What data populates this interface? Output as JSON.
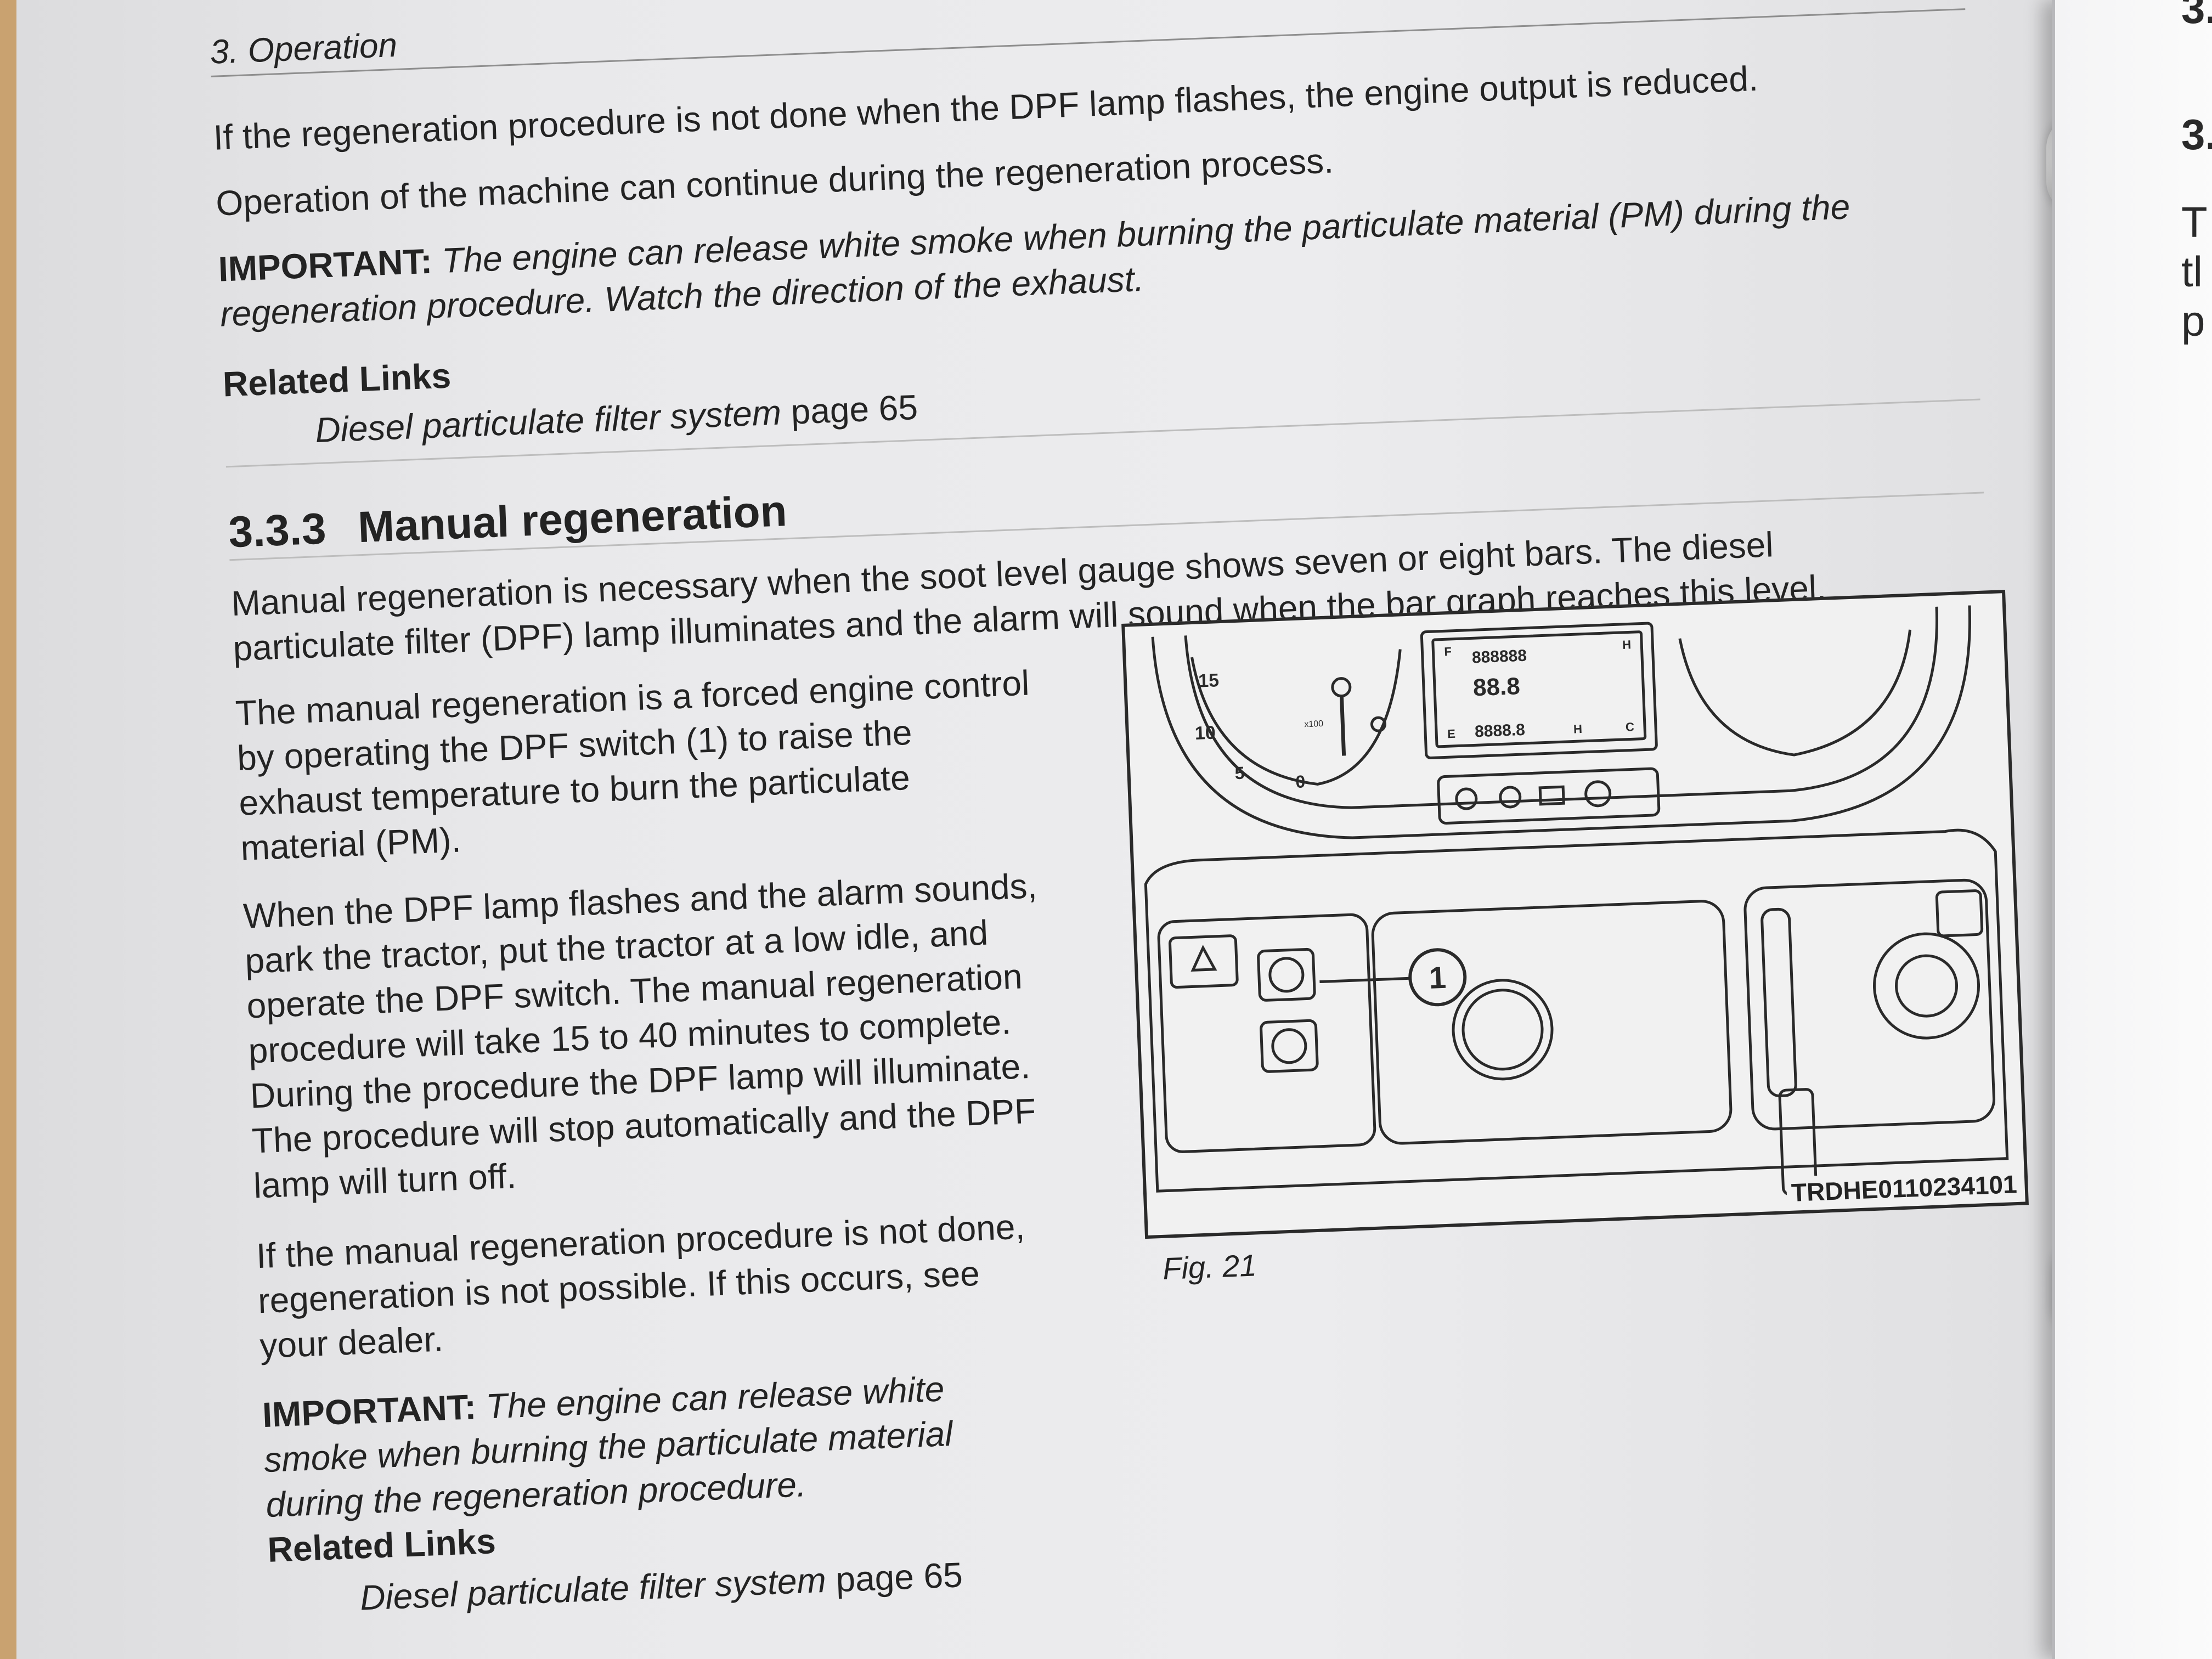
{
  "running_header": "3. Operation",
  "intro": {
    "line_top": "If the regeneration procedure is not done when the DPF lamp flashes, the engine output is reduced.",
    "line_operation": "Operation of the machine can continue during the regeneration process.",
    "important_label": "IMPORTANT:",
    "important_line1": "The engine can release white smoke when burning the particulate material (PM) during the",
    "important_line2": "regeneration procedure. Watch the direction of the exhaust.",
    "related_heading": "Related Links",
    "related_link_text": "Diesel particulate filter system",
    "related_link_page": "page 65"
  },
  "section": {
    "number": "3.3.3",
    "title": "Manual regeneration",
    "lead_line1": "Manual regeneration is necessary when the soot level gauge shows seven or eight bars. The diesel",
    "lead_line2": "particulate filter (DPF) lamp illuminates and the alarm will sound when the bar graph reaches this level.",
    "para1": [
      "The manual regeneration is a forced engine control",
      "by operating the DPF switch (1) to raise the",
      "exhaust temperature to burn the particulate",
      "material (PM)."
    ],
    "para2": [
      "When the DPF lamp flashes and the alarm sounds,",
      "park the tractor, put the tractor at a low idle, and",
      "operate the DPF switch. The manual regeneration",
      "procedure will take 15 to 40 minutes to complete.",
      "During the procedure the DPF lamp will illuminate.",
      "The procedure will stop automatically and the DPF",
      "lamp will turn off."
    ],
    "para3": [
      "If the manual regeneration procedure is not done,",
      "regeneration is not possible. If this occurs, see",
      "your dealer."
    ],
    "important_label": "IMPORTANT:",
    "important_lines": [
      "The engine can release white",
      "smoke when burning the particulate material",
      "during the regeneration procedure."
    ],
    "related_heading": "Related Links",
    "related_link_text": "Diesel particulate filter system",
    "related_link_page": "page 65"
  },
  "figure": {
    "caption": "Fig. 21",
    "code": "TRDHE0110234101",
    "callout": "1",
    "tach_labels": [
      "15",
      "10",
      "5",
      "0"
    ],
    "tach_unit": "x100",
    "lcd_digits_top": "888888",
    "lcd_digits_mid": "88.8",
    "lcd_digits_bottom": "8888.8",
    "lcd_unit_h": "H",
    "fuel_full": "F",
    "fuel_empty": "E",
    "temp_hot": "H",
    "temp_cold": "C"
  },
  "next_page_fragments": [
    "3.",
    "3.",
    "T",
    "tl",
    "p"
  ]
}
